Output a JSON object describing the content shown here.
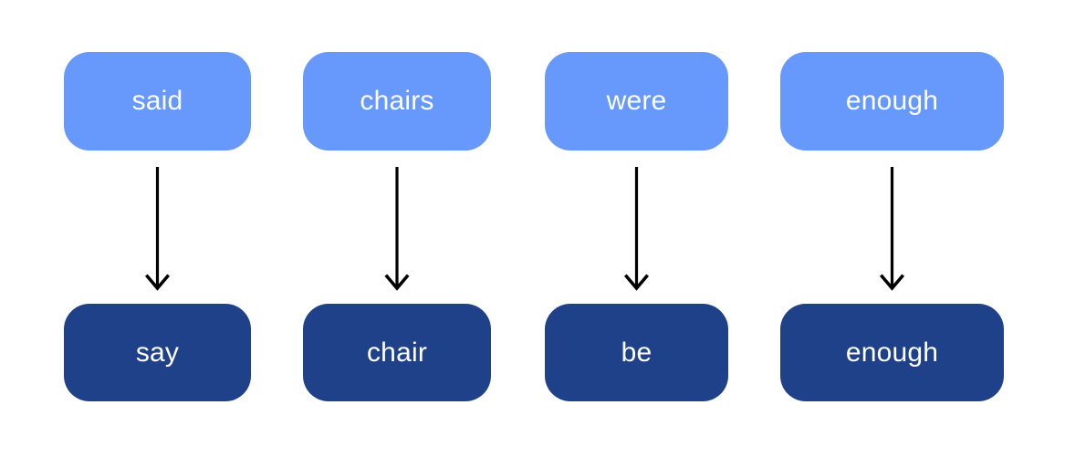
{
  "diagram": {
    "type": "lemmatization-mapping",
    "direction": "top-to-bottom",
    "colors": {
      "source_box": "#6699fb",
      "target_box": "#1f4189",
      "label_text": "#ffffff",
      "arrow": "#000000",
      "background": "#ffffff"
    },
    "columns": [
      {
        "source": "said",
        "target": "say",
        "arrow": "down-arrow"
      },
      {
        "source": "chairs",
        "target": "chair",
        "arrow": "down-arrow"
      },
      {
        "source": "were",
        "target": "be",
        "arrow": "down-arrow"
      },
      {
        "source": "enough",
        "target": "enough",
        "arrow": "down-arrow"
      }
    ]
  }
}
